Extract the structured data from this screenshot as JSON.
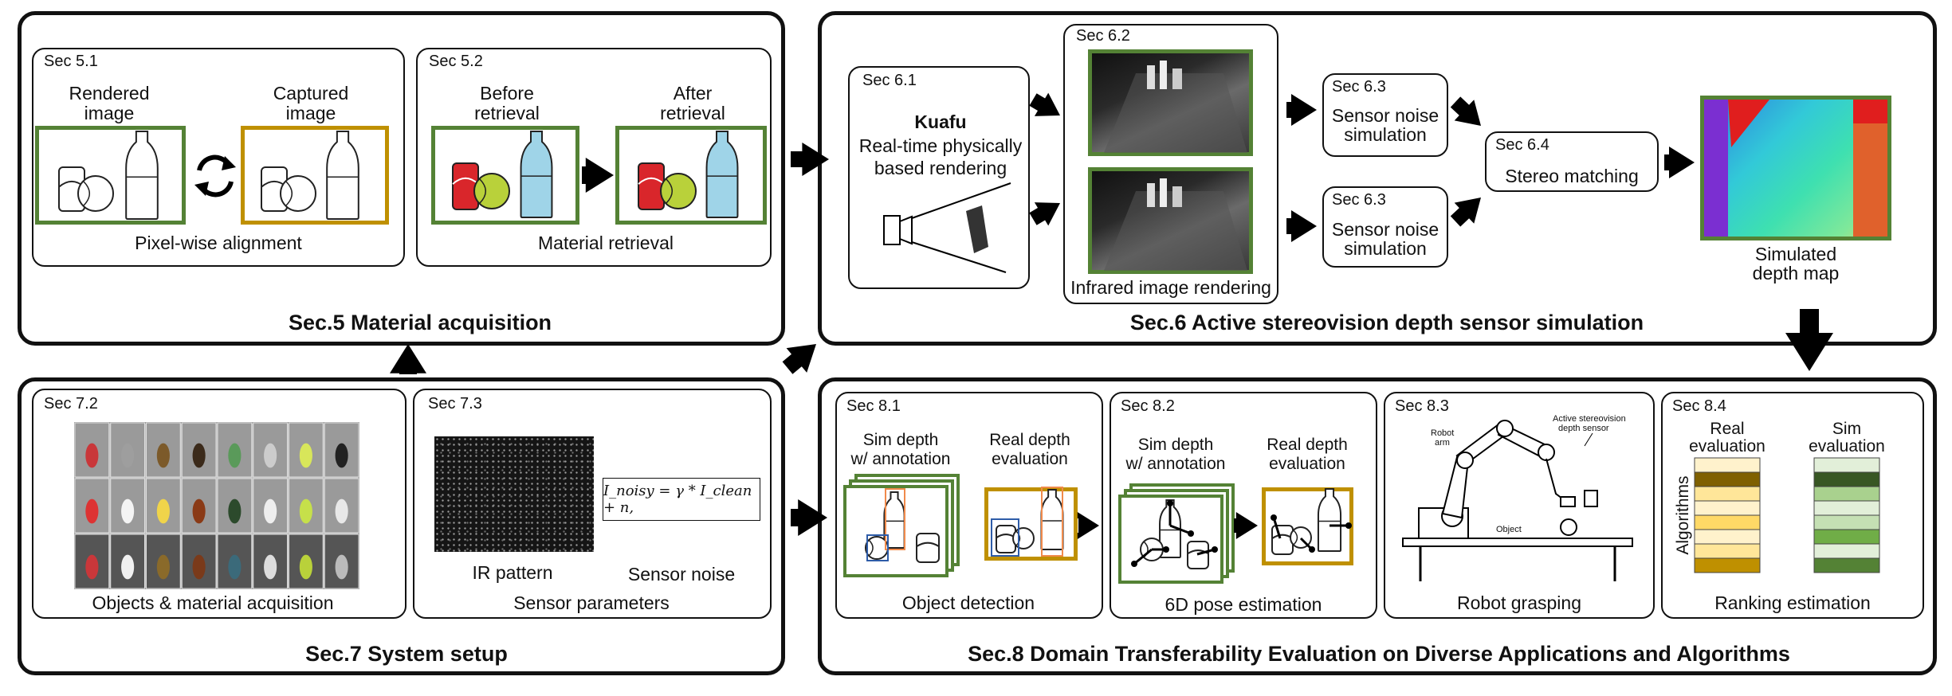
{
  "sec5": {
    "title": "Sec.5 Material acquisition",
    "s51": {
      "tag": "Sec 5.1",
      "rendered_l1": "Rendered",
      "rendered_l2": "image",
      "captured_l1": "Captured",
      "captured_l2": "image",
      "caption": "Pixel-wise alignment"
    },
    "s52": {
      "tag": "Sec 5.2",
      "before_l1": "Before",
      "before_l2": "retrieval",
      "after_l1": "After",
      "after_l2": "retrieval",
      "caption": "Material retrieval"
    }
  },
  "sec6": {
    "title": "Sec.6 Active stereovision depth sensor simulation",
    "s61": {
      "tag": "Sec 6.1",
      "name": "Kuafu",
      "desc_l1": "Real-time physically",
      "desc_l2": "based rendering"
    },
    "s62": {
      "tag": "Sec 6.2",
      "caption": "Infrared image rendering"
    },
    "s63a": {
      "tag": "Sec 6.3",
      "l1": "Sensor noise",
      "l2": "simulation"
    },
    "s63b": {
      "tag": "Sec 6.3",
      "l1": "Sensor noise",
      "l2": "simulation"
    },
    "s64": {
      "tag": "Sec 6.4",
      "label": "Stereo matching"
    },
    "depth_l1": "Simulated",
    "depth_l2": "depth map"
  },
  "sec7": {
    "title": "Sec.7 System setup",
    "s72": {
      "tag": "Sec 7.2",
      "caption": "Objects & material acquisition"
    },
    "s73": {
      "tag": "Sec 7.3",
      "ir_label": "IR pattern",
      "noise_label": "Sensor noise",
      "caption": "Sensor parameters",
      "equation": "I_noisy = γ * I_clean + n,"
    }
  },
  "sec8": {
    "title": "Sec.8  Domain Transferability Evaluation on Diverse Applications and Algorithms",
    "s81": {
      "tag": "Sec 8.1",
      "sim_l1": "Sim depth",
      "sim_l2": "w/ annotation",
      "real_l1": "Real depth",
      "real_l2": "evaluation",
      "caption": "Object detection"
    },
    "s82": {
      "tag": "Sec 8.2",
      "sim_l1": "Sim depth",
      "sim_l2": "w/ annotation",
      "real_l1": "Real depth",
      "real_l2": "evaluation",
      "caption": "6D pose estimation"
    },
    "s83": {
      "tag": "Sec 8.3",
      "caption": "Robot grasping",
      "robot_l1": "Robot",
      "robot_l2": "arm",
      "sensor_l1": "Active stereovision",
      "sensor_l2": "depth sensor",
      "object": "Object"
    },
    "s84": {
      "tag": "Sec 8.4",
      "real_l1": "Real",
      "real_l2": "evaluation",
      "sim_l1": "Sim",
      "sim_l2": "evaluation",
      "algorithms": "Algorithms",
      "caption": "Ranking estimation"
    }
  },
  "colors": {
    "green": "#548235",
    "gold": "#bf9000",
    "real_bars": [
      "#fff2cc",
      "#7f6000",
      "#ffe699",
      "#fff2cc",
      "#ffd966",
      "#fff2cc",
      "#ffe699",
      "#bf9000"
    ],
    "sim_bars": [
      "#e2efd9",
      "#385723",
      "#a9d18e",
      "#e2efd9",
      "#c5e0b4",
      "#70ad47",
      "#e2efd9",
      "#548235"
    ]
  }
}
